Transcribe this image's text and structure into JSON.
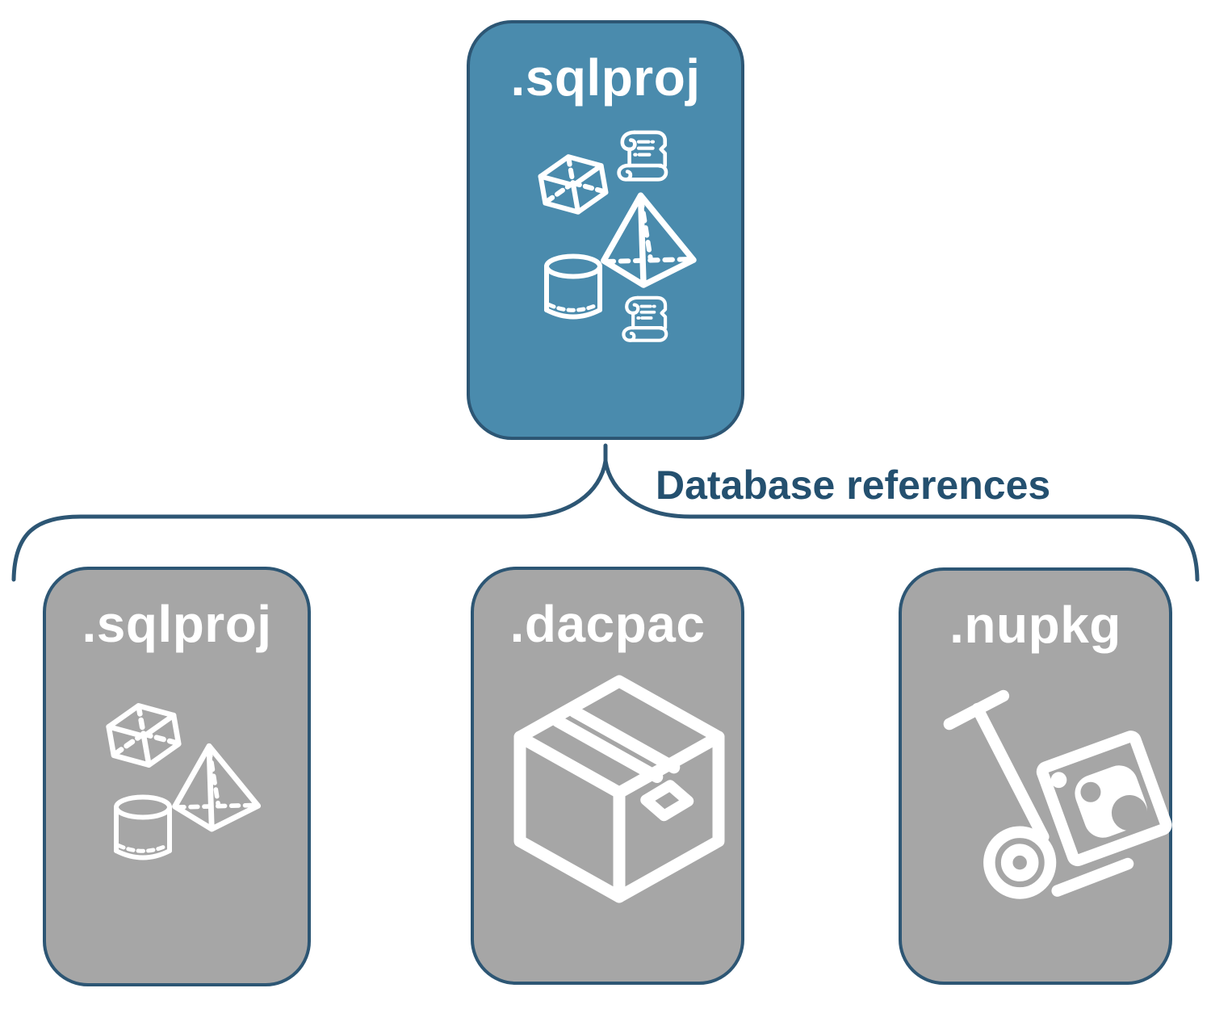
{
  "colors": {
    "teal": "#4A8BAD",
    "gray": "#A6A6A6",
    "navy": "#2D5674",
    "label": "#24506F",
    "white": "#FFFFFF"
  },
  "top_box": {
    "title": ".sqlproj",
    "icons": [
      "script-scroll",
      "cube",
      "pyramid",
      "database-cylinder",
      "script-scroll"
    ]
  },
  "connector": {
    "label": "Database references"
  },
  "bottom_boxes": [
    {
      "title": ".sqlproj",
      "icons": [
        "cube",
        "pyramid",
        "database-cylinder"
      ]
    },
    {
      "title": ".dacpac",
      "icons": [
        "package-box"
      ]
    },
    {
      "title": ".nupkg",
      "icons": [
        "nuget-handtruck"
      ]
    }
  ]
}
